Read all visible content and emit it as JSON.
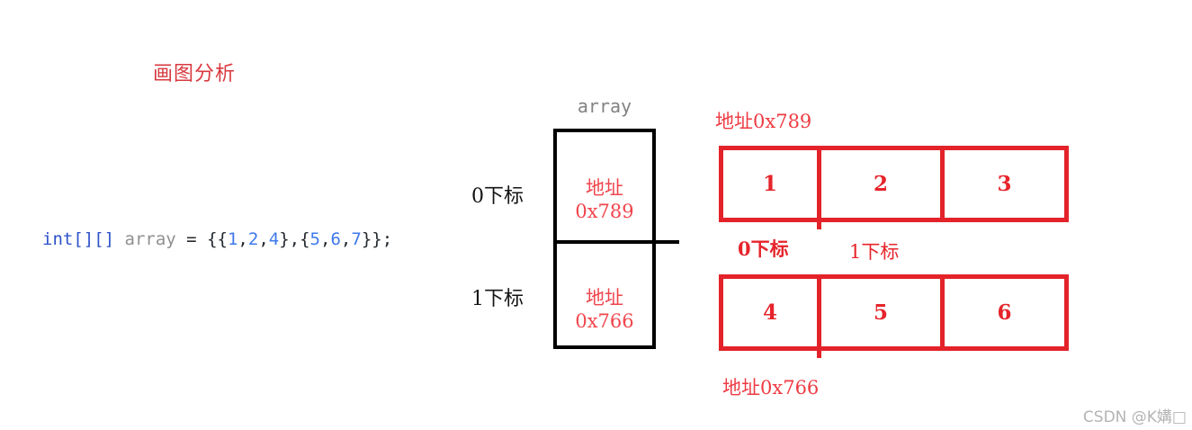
{
  "title": "画图分析",
  "code": {
    "full_text": "int[][] array = {{1,2,4},{5,6,7}};",
    "tokens": [
      {
        "t": "int[][]",
        "color": "#2d51c9"
      },
      {
        "t": " ",
        "color": "#24292e"
      },
      {
        "t": "array",
        "color": "#909090"
      },
      {
        "t": " = ",
        "color": "#24292e"
      },
      {
        "t": "{{",
        "color": "#24292e"
      },
      {
        "t": "1",
        "color": "#3e79ec"
      },
      {
        "t": ",",
        "color": "#24292e"
      },
      {
        "t": "2",
        "color": "#3e79ec"
      },
      {
        "t": ",",
        "color": "#24292e"
      },
      {
        "t": "4",
        "color": "#3e79ec"
      },
      {
        "t": "},{",
        "color": "#24292e"
      },
      {
        "t": "5",
        "color": "#3e79ec"
      },
      {
        "t": ",",
        "color": "#24292e"
      },
      {
        "t": "6",
        "color": "#3e79ec"
      },
      {
        "t": ",",
        "color": "#24292e"
      },
      {
        "t": "7",
        "color": "#3e79ec"
      },
      {
        "t": "}};",
        "color": "#24292e"
      }
    ]
  },
  "pointer_table": {
    "label": "array",
    "rows": [
      {
        "index_label": "0下标",
        "cell": "地址0x789"
      },
      {
        "index_label": "1下标",
        "cell": "地址0x766"
      }
    ]
  },
  "arrays": {
    "row0": {
      "address_label": "地址0x789",
      "cells": [
        "1",
        "2",
        "3"
      ]
    },
    "row1": {
      "address_label": "地址0x766",
      "cells": [
        "4",
        "5",
        "6"
      ]
    },
    "index_labels": [
      "0下标",
      "1下标"
    ]
  },
  "watermark": "CSDN @K媾□",
  "colors": {
    "red_box": "#e32329",
    "red_text": "#ee3b43",
    "title_red": "#d8393f",
    "black_box": "#000000",
    "code_keyword_blue": "#2d51c9",
    "code_number_blue": "#3e79ec",
    "code_gray": "#909090",
    "label_gray": "#828282",
    "watermark_gray": "#b4b4b4"
  }
}
